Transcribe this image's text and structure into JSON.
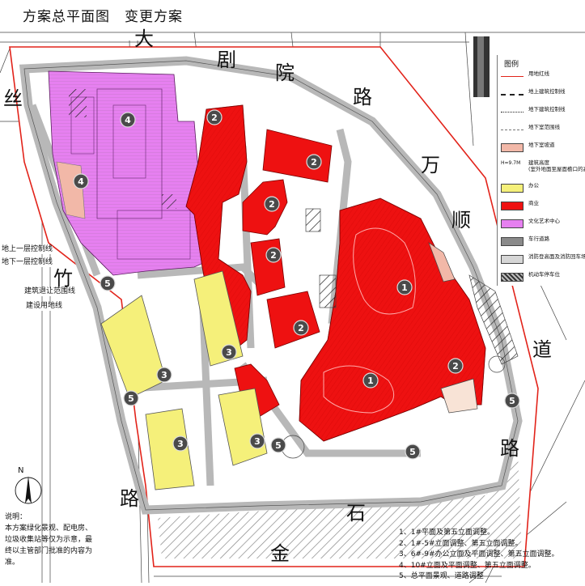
{
  "title": "方案总平面图　变更方案",
  "roads": {
    "top_chars": [
      "大",
      "剧",
      "院",
      "路"
    ],
    "right_chars": [
      "万",
      "顺",
      "道",
      "路"
    ],
    "bottom_chars": [
      "石",
      "金"
    ],
    "left_chars": [
      "丝",
      "竹",
      "路"
    ]
  },
  "side_labels": {
    "ground_boundary": "地上一层控制线",
    "underground_boundary": "地下一层控制线",
    "setback_line": "建筑退让范围线",
    "red_line": "建设用地线"
  },
  "building_numbers": [
    "1",
    "1",
    "2",
    "2",
    "2",
    "2",
    "2",
    "2",
    "3",
    "3",
    "3",
    "3",
    "4",
    "4",
    "5",
    "5",
    "5",
    "5",
    "5"
  ],
  "legend": {
    "title": "图例",
    "items": [
      {
        "text": "用地红线",
        "kind": "line-red"
      },
      {
        "text": "地上建筑控制线",
        "kind": "line-dash"
      },
      {
        "text": "地下建筑控制线",
        "kind": "line-dot"
      },
      {
        "text": "地下室范围线",
        "kind": "line-thin"
      },
      {
        "text": "地下室坡道",
        "kind": "fill-pink"
      },
      {
        "text": "建筑高度\n(室外地面至屋面檐口的高度)",
        "kind": "height"
      },
      {
        "text": "办公",
        "kind": "fill-yellow"
      },
      {
        "text": "商业",
        "kind": "fill-red"
      },
      {
        "text": "文化艺术中心",
        "kind": "fill-magenta"
      },
      {
        "text": "车行道路",
        "kind": "fill-grey"
      },
      {
        "text": "消防登高面及消防回车场",
        "kind": "fill-lightgrey"
      },
      {
        "text": "机动车停车位",
        "kind": "fill-hatch"
      }
    ],
    "height_sample": "H=9.7M"
  },
  "note": {
    "label": "说明：",
    "text": "本方案绿化景观、配电房、垃圾收集站等仅为示意，最终以主管部门批准的内容为准。"
  },
  "changes": [
    "1、1#平面及第五立面调整。",
    "2、1#-5#立面调整、第五立面调整。",
    "3、6#-9#办公立面及平面调整、第五立面调整。",
    "4、10#立面及平面调整、第五立面调整。",
    "5、总平面景观、道路调整"
  ],
  "north_label": "N",
  "colors": {
    "commercial": "#ee1111",
    "office": "#f5f07a",
    "culture": "#e680f0",
    "road": "#b8b8b8",
    "red_line": "#e2231a",
    "badge": "#4a4a4a"
  }
}
